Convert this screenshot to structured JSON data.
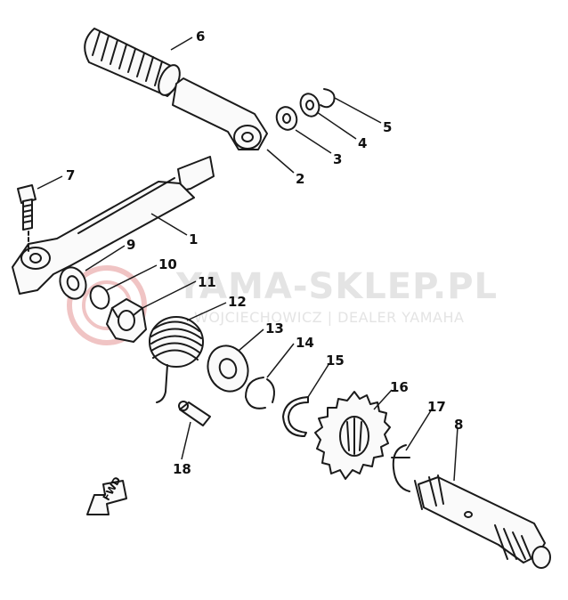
{
  "watermark": {
    "brand": "YAMA-SKLEP.PL",
    "tagline": "WOJCIECHOWICZ | DEALER YAMAHA"
  },
  "direction_marker": "FWD",
  "part_labels": {
    "p1": "1",
    "p2": "2",
    "p3": "3",
    "p4": "4",
    "p5": "5",
    "p6": "6",
    "p7": "7",
    "p8": "8",
    "p9": "9",
    "p10": "10",
    "p11": "11",
    "p12": "12",
    "p13": "13",
    "p14": "14",
    "p15": "15",
    "p16": "16",
    "p17": "17",
    "p18": "18"
  },
  "colors": {
    "ink": "#1a1a1a",
    "watermark": "#e4e4e4",
    "watermark_logo": "#f0c4c4",
    "background": "#ffffff"
  }
}
